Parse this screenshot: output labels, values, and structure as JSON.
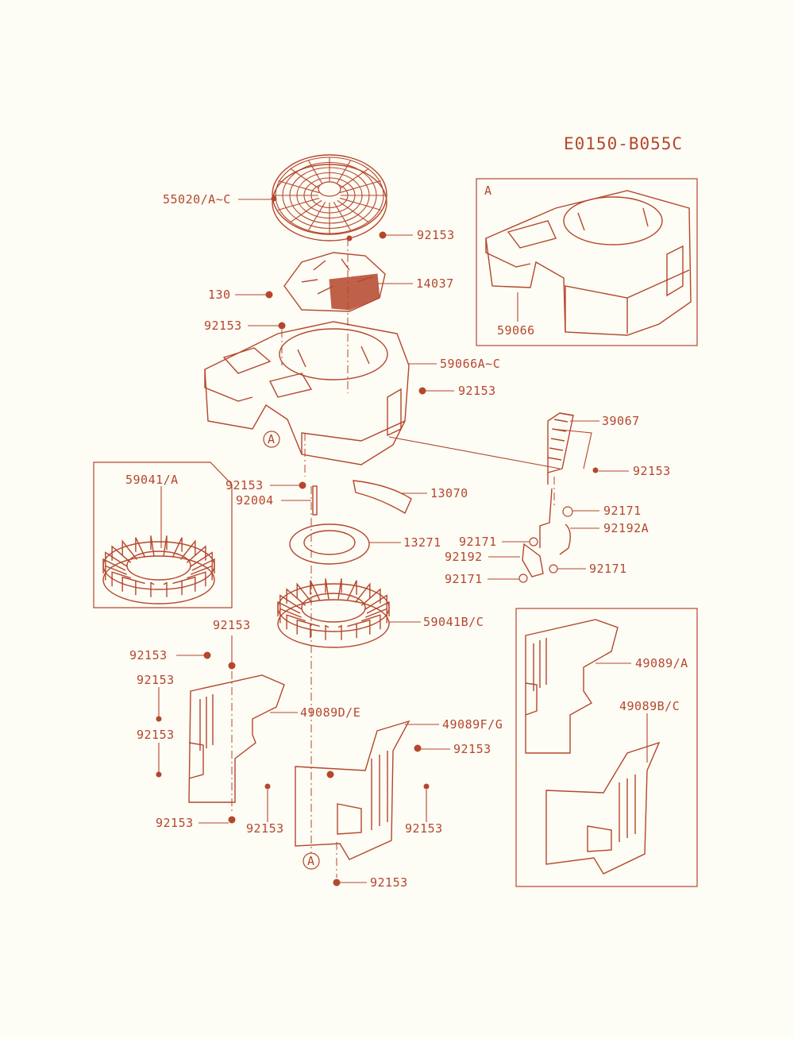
{
  "diagram_code": "E0150-B055C",
  "box_top_letter": "A",
  "ref_a_upper": "A",
  "ref_a_lower": "A",
  "labels": {
    "p55020": "55020/A~C",
    "p92153_a": "92153",
    "p14037": "14037",
    "p130": "130",
    "p92153_b": "92153",
    "p59066ac": "59066A~C",
    "p92153_c": "92153",
    "p59066": "59066",
    "p39067": "39067",
    "p92153_d": "92153",
    "p92153_e": "92153",
    "p92004": "92004",
    "p13070": "13070",
    "p59041a": "59041/A",
    "p92171_a": "92171",
    "p92192a": "92192A",
    "p13271": "13271",
    "p92171_b": "92171",
    "p92192": "92192",
    "p92171_c": "92171",
    "p92171_d": "92171",
    "p59041bc": "59041B/C",
    "p92153_f": "92153",
    "p92153_g": "92153",
    "p49089a": "49089/A",
    "p92153_h": "92153",
    "p49089de": "49089D/E",
    "p49089bc": "49089B/C",
    "p49089fg": "49089F/G",
    "p92153_i": "92153",
    "p92153_j": "92153",
    "p92153_k": "92153",
    "p92153_l": "92153",
    "p92153_m": "92153",
    "p92153_n": "92153"
  },
  "colors": {
    "ink": "#b5472c",
    "paper": "#fdfcf5"
  }
}
